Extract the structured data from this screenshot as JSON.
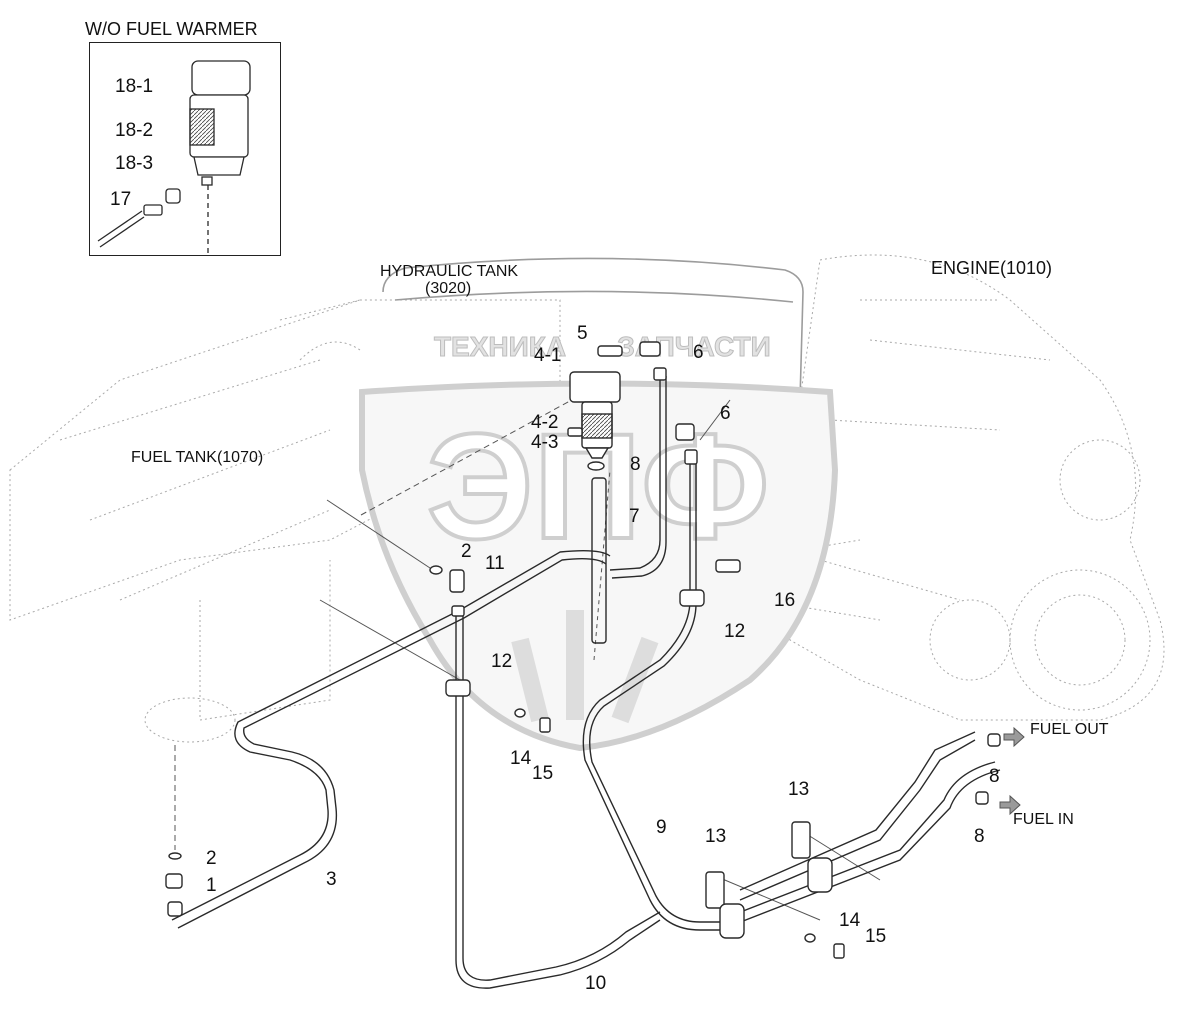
{
  "inset": {
    "title": "W/O FUEL WARMER",
    "parts": [
      "18-1",
      "18-2",
      "18-3",
      "17"
    ]
  },
  "areas": {
    "hydraulic_tank": "HYDRAULIC TANK",
    "hydraulic_tank_code": "(3020)",
    "engine": "ENGINE(1010)",
    "fuel_tank": "FUEL TANK(1070)"
  },
  "watermark": {
    "line1": "ТЕХНИКА",
    "line2": "ЗАПЧАСТИ",
    "logo": "ЭПФ"
  },
  "flow": {
    "out": "FUEL OUT",
    "in": "FUEL IN"
  },
  "callouts": {
    "c_4_1": "4-1",
    "c_5": "5",
    "c_6a": "6",
    "c_6b": "6",
    "c_4_2": "4-2",
    "c_4_3": "4-3",
    "c_8a": "8",
    "c_7": "7",
    "c_2a": "2",
    "c_11": "11",
    "c_16": "16",
    "c_12a": "12",
    "c_12b": "12",
    "c_14a": "14",
    "c_15a": "15",
    "c_8b": "8",
    "c_8c": "8",
    "c_13a": "13",
    "c_13b": "13",
    "c_9": "9",
    "c_2b": "2",
    "c_1": "1",
    "c_3": "3",
    "c_14b": "14",
    "c_15b": "15",
    "c_10": "10"
  }
}
